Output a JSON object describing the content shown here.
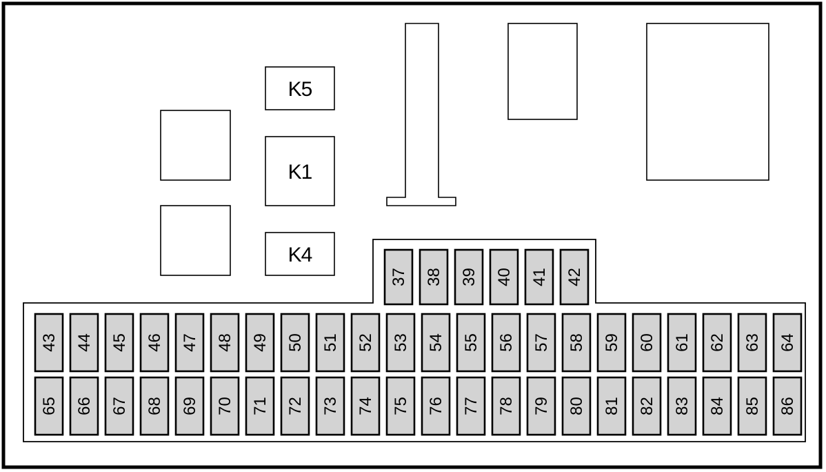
{
  "relays": [
    {
      "id": "k5",
      "label": "K5"
    },
    {
      "id": "k1",
      "label": "K1"
    },
    {
      "id": "k4",
      "label": "K4"
    }
  ],
  "fuse_rows": [
    {
      "id": "top-step",
      "fuses": [
        "37",
        "38",
        "39",
        "40",
        "41",
        "42"
      ]
    },
    {
      "id": "row-1",
      "fuses": [
        "43",
        "44",
        "45",
        "46",
        "47",
        "48",
        "49",
        "50",
        "51",
        "52",
        "53",
        "54",
        "55",
        "56",
        "57",
        "58",
        "59",
        "60",
        "61",
        "62",
        "63",
        "64"
      ]
    },
    {
      "id": "row-2",
      "fuses": [
        "65",
        "66",
        "67",
        "68",
        "69",
        "70",
        "71",
        "72",
        "73",
        "74",
        "75",
        "76",
        "77",
        "78",
        "79",
        "80",
        "81",
        "82",
        "83",
        "84",
        "85",
        "86"
      ]
    }
  ],
  "colors": {
    "fuse_fill": "#d3d3d3",
    "stroke": "#000000",
    "background": "#ffffff"
  }
}
